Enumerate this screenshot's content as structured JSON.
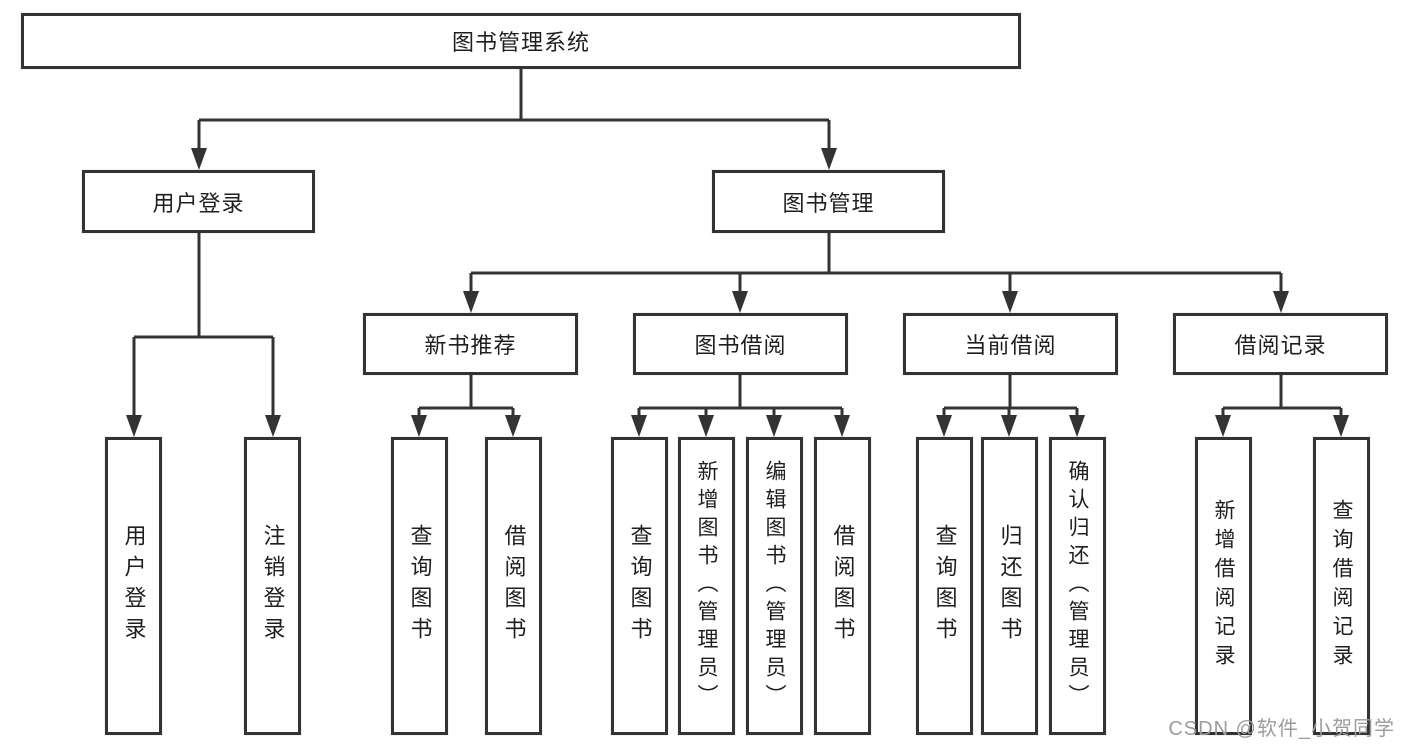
{
  "page": {
    "watermark": "CSDN @软件_小贺同学",
    "background": "#ffffff"
  },
  "colors": {
    "line": "#333333",
    "box_border": "#333333",
    "text": "#1f1f1f",
    "watermark": "#9c9c9c"
  },
  "tree": {
    "root": {
      "label": "图书管理系统"
    },
    "user_login": {
      "label": "用户登录",
      "children": [
        {
          "label": "用户登录"
        },
        {
          "label": "注销登录"
        }
      ]
    },
    "book_mgmt": {
      "label": "图书管理",
      "sections": [
        {
          "label": "新书推荐",
          "children": [
            {
              "label": "查询图书"
            },
            {
              "label": "借阅图书"
            }
          ]
        },
        {
          "label": "图书借阅",
          "children": [
            {
              "label": "查询图书"
            },
            {
              "label": "新增图书（管理员）"
            },
            {
              "label": "编辑图书（管理员）"
            },
            {
              "label": "借阅图书"
            }
          ]
        },
        {
          "label": "当前借阅",
          "children": [
            {
              "label": "查询图书"
            },
            {
              "label": "归还图书"
            },
            {
              "label": "确认归还（管理员）"
            }
          ]
        },
        {
          "label": "借阅记录",
          "children": [
            {
              "label": "新增借阅记录"
            },
            {
              "label": "查询借阅记录"
            }
          ]
        }
      ]
    }
  }
}
